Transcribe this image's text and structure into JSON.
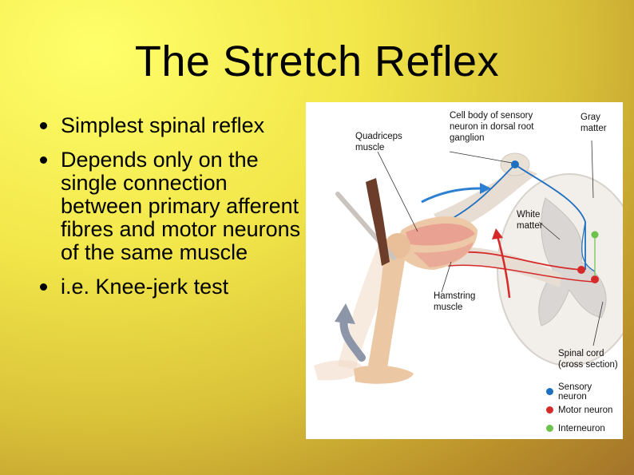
{
  "slide": {
    "title": "The Stretch Reflex",
    "bullets": [
      "Simplest spinal reflex",
      "Depends only on the single connection between primary afferent fibres and motor neurons of the same muscle",
      "i.e. Knee-jerk test"
    ]
  },
  "figure": {
    "labels": {
      "quadriceps": "Quadriceps muscle",
      "cell_body": "Cell body of sensory neuron in dorsal root ganglion",
      "gray_matter": "Gray matter",
      "white_matter": "White matter",
      "hamstring": "Hamstring muscle",
      "spinal_cord": "Spinal cord (cross section)"
    },
    "legend": [
      {
        "label": "Sensory neuron",
        "color": "#1f6fc0"
      },
      {
        "label": "Motor neuron",
        "color": "#d62a2a"
      },
      {
        "label": "Interneuron",
        "color": "#6cc24a"
      }
    ]
  }
}
